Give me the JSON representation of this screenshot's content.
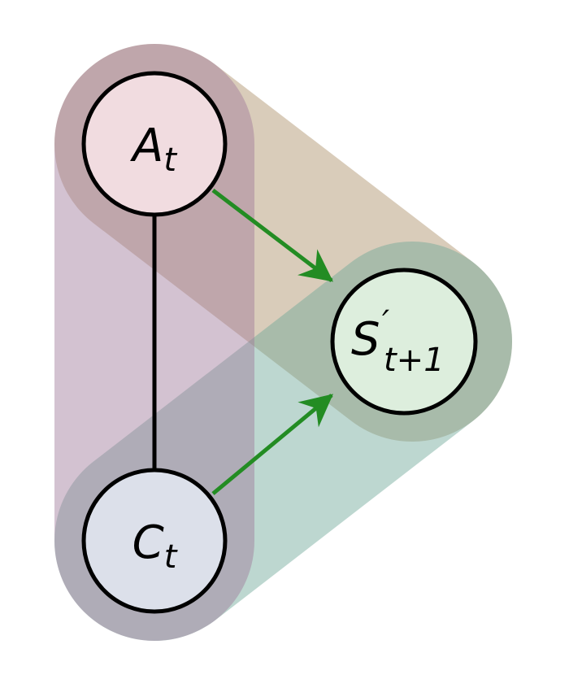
{
  "nodes": {
    "a": {
      "main": "A",
      "sub": "t",
      "sup": "",
      "fill": "#f1dce0"
    },
    "c": {
      "main": "C",
      "sub": "t",
      "sup": "",
      "fill": "#dce0ea"
    },
    "s": {
      "main": "S",
      "sub": "t+1",
      "sup": "′",
      "fill": "#ddeedd"
    }
  },
  "colors": {
    "edge_undirected": "#000000",
    "edge_directed": "#238c23",
    "region_a_s": "#b49a78",
    "region_c_s": "#6fa898",
    "region_a_c": "#a07a9a"
  }
}
